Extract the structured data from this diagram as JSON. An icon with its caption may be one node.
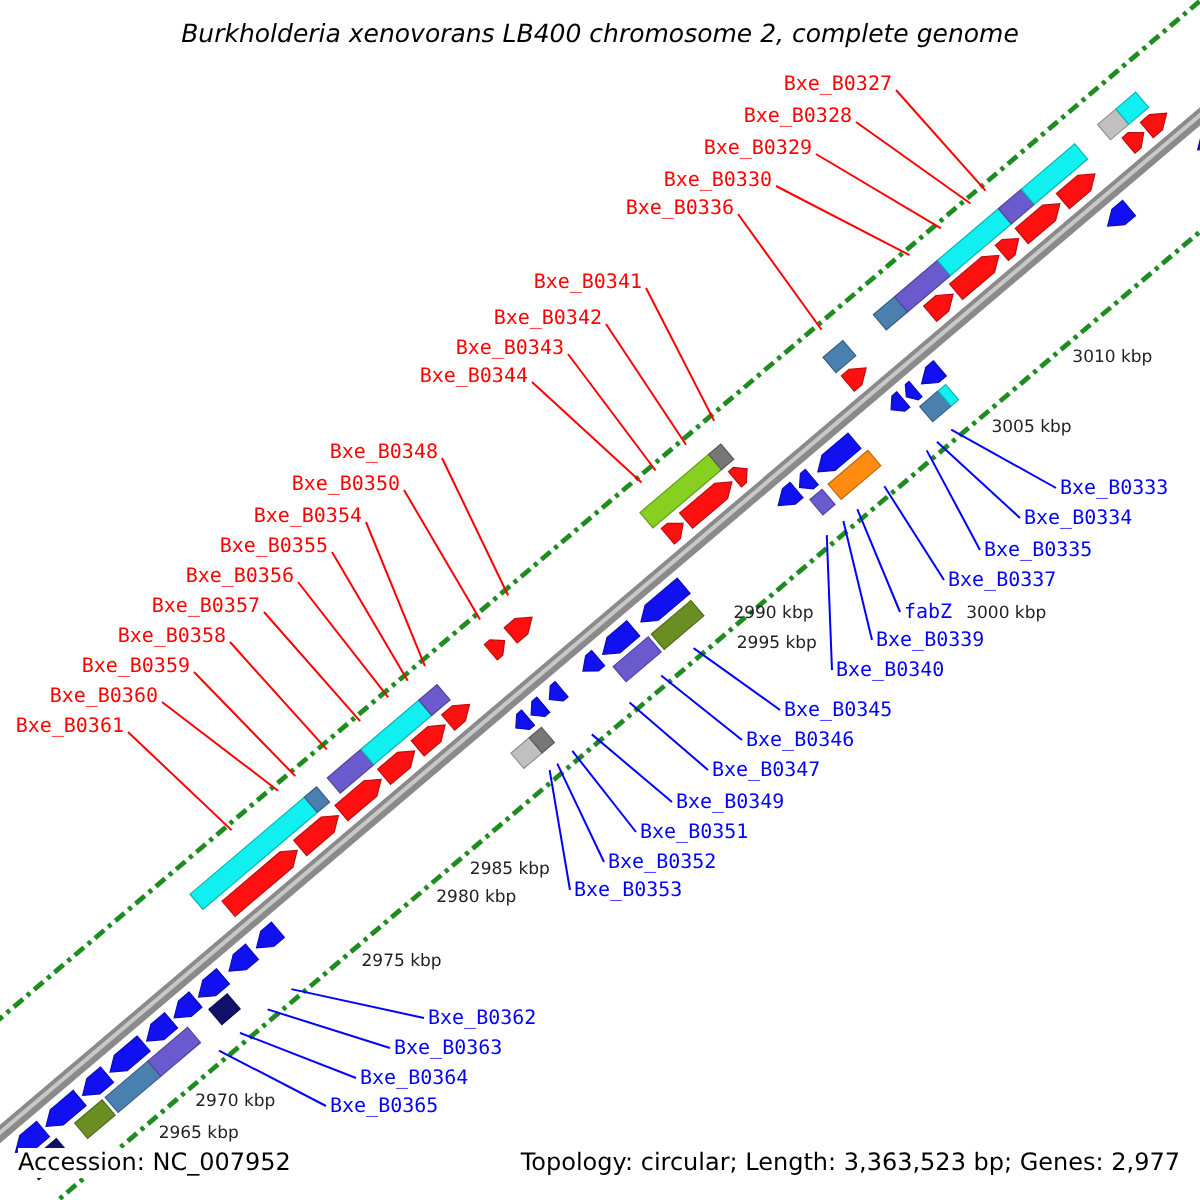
{
  "diagram": {
    "title": "Burkholderia xenovorans LB400 chromosome 2, complete genome",
    "nodes": [
      {
        "text": [
          "Bxe_B0327"
        ]
      },
      {
        "text": [
          "Bxe_B0328"
        ]
      },
      {
        "text": [
          "Bxe_B0329"
        ]
      },
      {
        "text": [
          "Bxe_B0330"
        ]
      },
      {
        "text": [
          "Bxe_B0336"
        ]
      },
      {
        "text": [
          "Bxe_B0341"
        ]
      },
      {
        "text": [
          "Bxe_B0342"
        ]
      },
      {
        "text": [
          "Bxe_B0343"
        ]
      },
      {
        "text": [
          "Bxe_B0344"
        ]
      },
      {
        "text": [
          "Bxe_B0348"
        ]
      },
      {
        "text": [
          "Bxe_B0350"
        ]
      },
      {
        "text": [
          "Bxe_B0354"
        ]
      },
      {
        "text": [
          "Bxe_B0355"
        ]
      },
      {
        "text": [
          "Bxe_B0356"
        ]
      },
      {
        "text": [
          "Bxe_B0357"
        ]
      },
      {
        "text": [
          "Bxe_B0358"
        ]
      },
      {
        "text": [
          "Bxe_B0359"
        ]
      },
      {
        "text": [
          "Bxe_B0360"
        ]
      },
      {
        "text": [
          "Bxe_B0361"
        ]
      },
      {
        "text": [
          "Bxe_B0333"
        ]
      },
      {
        "text": [
          "Bxe_B0334"
        ]
      },
      {
        "text": [
          "Bxe_B0335"
        ]
      },
      {
        "text": [
          "Bxe_B0337"
        ]
      },
      {
        "text": [
          "fabZ"
        ]
      },
      {
        "text": [
          "Bxe_B0339"
        ]
      },
      {
        "text": [
          "Bxe_B0340"
        ]
      },
      {
        "text": [
          "Bxe_B0345"
        ]
      },
      {
        "text": [
          "Bxe_B0346"
        ]
      },
      {
        "text": [
          "Bxe_B0347"
        ]
      },
      {
        "text": [
          "Bxe_B0349"
        ]
      },
      {
        "text": [
          "Bxe_B0351"
        ]
      },
      {
        "text": [
          "Bxe_B0352"
        ]
      },
      {
        "text": [
          "Bxe_B0353"
        ]
      },
      {
        "text": [
          "Bxe_B0362"
        ]
      },
      {
        "text": [
          "Bxe_B0363"
        ]
      },
      {
        "text": [
          "Bxe_B0364"
        ]
      },
      {
        "text": [
          "Bxe_B0365"
        ]
      }
    ],
    "edges": [
      {
        "from": 0,
        "to": null,
        "arrow": "none"
      },
      {
        "from": 1,
        "to": null,
        "arrow": "none"
      },
      {
        "from": 2,
        "to": null,
        "arrow": "none"
      },
      {
        "from": 3,
        "to": null,
        "arrow": "none"
      },
      {
        "from": 4,
        "to": null,
        "arrow": "none"
      },
      {
        "from": 5,
        "to": null,
        "arrow": "none"
      },
      {
        "from": 6,
        "to": null,
        "arrow": "none"
      },
      {
        "from": 7,
        "to": null,
        "arrow": "none"
      },
      {
        "from": 8,
        "to": null,
        "arrow": "none"
      },
      {
        "from": 9,
        "to": null,
        "arrow": "none"
      },
      {
        "from": 10,
        "to": null,
        "arrow": "none"
      },
      {
        "from": 11,
        "to": null,
        "arrow": "none"
      },
      {
        "from": 12,
        "to": null,
        "arrow": "none"
      },
      {
        "from": 13,
        "to": null,
        "arrow": "none"
      },
      {
        "from": 14,
        "to": null,
        "arrow": "none"
      },
      {
        "from": 15,
        "to": null,
        "arrow": "none"
      },
      {
        "from": 16,
        "to": null,
        "arrow": "none"
      },
      {
        "from": 17,
        "to": null,
        "arrow": "none"
      },
      {
        "from": 18,
        "to": null,
        "arrow": "none"
      },
      {
        "from": 19,
        "to": null,
        "arrow": "none",
        "color": "#0000ff"
      },
      {
        "from": 20,
        "to": null,
        "arrow": "none",
        "color": "#0000ff"
      },
      {
        "from": 21,
        "to": null,
        "arrow": "none",
        "color": "#0000ff"
      },
      {
        "from": 22,
        "to": null,
        "arrow": "none",
        "color": "#0000ff"
      },
      {
        "from": 23,
        "to": null,
        "arrow": "none",
        "color": "#0000ff"
      },
      {
        "from": 24,
        "to": null,
        "arrow": "none",
        "color": "#0000ff"
      },
      {
        "from": 25,
        "to": null,
        "arrow": "none",
        "color": "#0000ff"
      },
      {
        "from": 26,
        "to": null,
        "arrow": "none",
        "color": "#0000ff"
      },
      {
        "from": 27,
        "to": null,
        "arrow": "none",
        "color": "#0000ff"
      },
      {
        "from": 28,
        "to": null,
        "arrow": "none",
        "color": "#0000ff"
      },
      {
        "from": 29,
        "to": null,
        "arrow": "none",
        "color": "#0000ff"
      },
      {
        "from": 30,
        "to": null,
        "arrow": "none",
        "color": "#0000ff"
      },
      {
        "from": 31,
        "to": null,
        "arrow": "none",
        "color": "#0000ff"
      },
      {
        "from": 32,
        "to": null,
        "arrow": "none",
        "color": "#0000ff"
      },
      {
        "from": 33,
        "to": null,
        "arrow": "none",
        "color": "#0000ff"
      },
      {
        "from": 34,
        "to": null,
        "arrow": "none",
        "color": "#0000ff"
      },
      {
        "from": 35,
        "to": null,
        "arrow": "none",
        "color": "#0000ff"
      },
      {
        "from": 36,
        "to": null,
        "arrow": "none",
        "color": "#0000ff"
      }
    ],
    "labels": [
      "3010 kbp",
      "3005 kbp",
      "3000 kbp",
      "2995 kbp",
      "2990 kbp",
      "2985 kbp",
      "2980 kbp",
      "2975 kbp",
      "2970 kbp",
      "2965 kbp",
      "Accession: NC_007952",
      "Topology: circular; Length: 3,363,523 bp; Genes: 2,977"
    ]
  }
}
